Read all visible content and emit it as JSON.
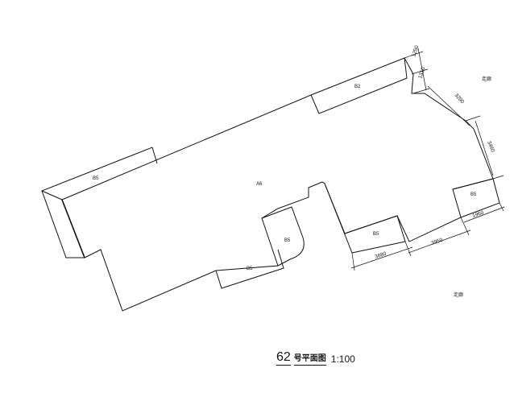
{
  "plan": {
    "room_labels": {
      "main": "A6",
      "upper_right": "B2",
      "upper_left": "B5",
      "right_top": "B5",
      "right_mid": "B5",
      "inner": "B5",
      "bottom": "B5"
    },
    "side_notes": {
      "top_right": "走廊",
      "bottom_right": "走廊"
    },
    "dimensions": {
      "d1250": "1250",
      "d1310": "1310",
      "d3290": "3290",
      "d3460": "3460",
      "d1960": "1960",
      "d3950": "3950",
      "d3680": "3680"
    }
  },
  "title": {
    "number": "62",
    "name": "号平面图",
    "scale": "1:100"
  }
}
